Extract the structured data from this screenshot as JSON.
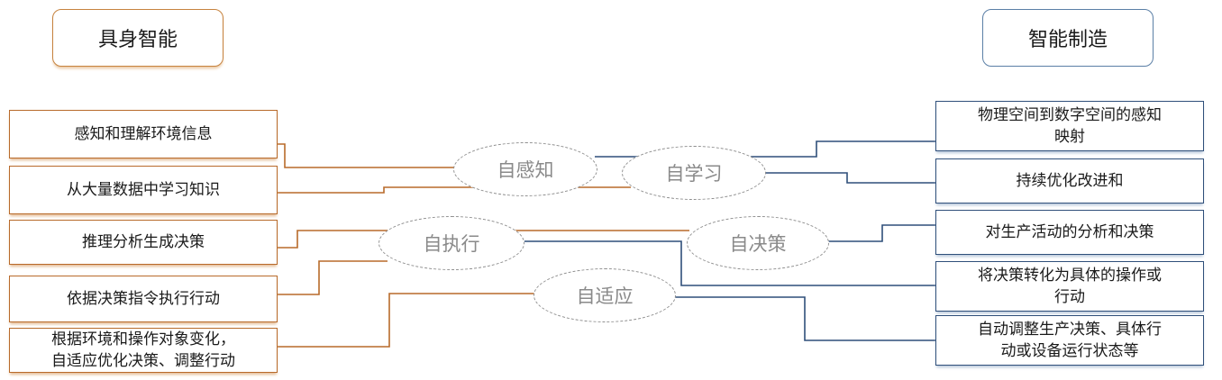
{
  "headers": {
    "left": "具身智能",
    "right": "智能制造"
  },
  "left_boxes": [
    "感知和理解环境信息",
    "从大量数据中学习知识",
    "推理分析生成决策",
    "依据决策指令执行行动",
    "根据环境和操作对象变化，\n自适应优化决策、调整行动"
  ],
  "right_boxes": [
    "物理空间到数字空间的感知\n映射",
    "持续优化改进和",
    "对生产活动的分析和决策",
    "将决策转化为具体的操作或\n行动",
    "自动调整生产决策、具体行\n动或设备运行状态等"
  ],
  "nodes": {
    "perceive": "自感知",
    "learn": "自学习",
    "execute": "自执行",
    "decide": "自决策",
    "adapt": "自适应"
  },
  "colors": {
    "left_accent": "#b86a2a",
    "right_accent": "#2f4f7a",
    "node_border": "#8f8f8f"
  }
}
